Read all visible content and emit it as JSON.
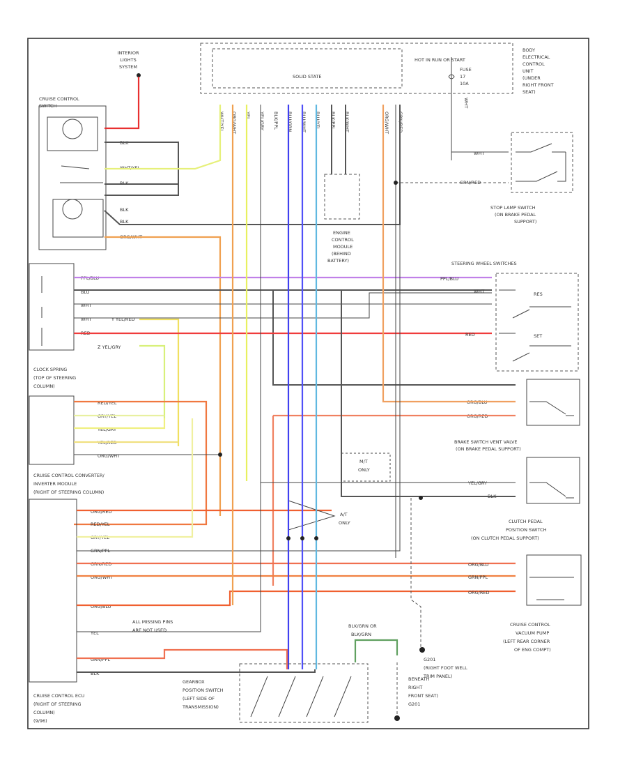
{
  "labels": {
    "interior_lights_switch": [
      "INTERIOR",
      "LIGHTS",
      "SYSTEM"
    ],
    "cruise_control_switch": [
      "CRUISE CONTROL",
      "SWITCH"
    ],
    "solid_state": "SOLID STATE",
    "hot_start": "HOT IN RUN OR START",
    "fuse": [
      "FUSE",
      "17",
      "10A"
    ],
    "body_ecu": [
      "BODY",
      "ELECTRICAL",
      "CONTROL",
      "UNIT",
      "(UNDER",
      "RIGHT FRONT",
      "SEAT)"
    ],
    "stop_lamp_switch": [
      "STOP LAMP SWITCH",
      "(ON BRAKE PEDAL",
      "SUPPORT)"
    ],
    "engine_control_module": [
      "ENGINE",
      "CONTROL",
      "MODULE",
      "(BEHIND",
      "BATTERY)"
    ],
    "steering_wheel_switches": "STEERING WHEEL SWITCHES",
    "res_label": "RES",
    "set_label": "SET",
    "clock_spring": [
      "CLOCK SPRING",
      "(TOP OF STEERING",
      "COLUMN)"
    ],
    "mt_only": [
      "M/T",
      "ONLY"
    ],
    "at_only": [
      "A/T",
      "ONLY"
    ],
    "brake_switch": [
      "BRAKE SWITCH VENT VALVE",
      "(ON BRAKE PEDAL SUPPORT)"
    ],
    "converter_module": [
      "CRUISE CONTROL CONVERTER/",
      "INVERTER MODULE",
      "(RIGHT OF STEERING COLUMN)"
    ],
    "clutch_switch": [
      "CLUTCH PEDAL",
      "POSITION SWITCH",
      "(ON CLUTCH PEDAL SUPPORT)"
    ],
    "vacuum_pump": [
      "CRUISE CONTROL",
      "VACUUM PUMP",
      "(LEFT REAR CORNER",
      "OF ENG COMPT)"
    ],
    "pins_unused": [
      "ALL MISSING PINS",
      "ARE NOT USED"
    ],
    "g201": [
      "G201",
      "(RIGHT FOOT WELL",
      "TRIM PANEL)"
    ],
    "gearbox_switch": [
      "GEARBOX",
      "POSITION SWITCH",
      "(LEFT SIDE OF",
      "TRANSMISSION)"
    ],
    "beneath_seat": [
      "BENEATH",
      "RIGHT",
      "FRONT SEAT)",
      "G201"
    ],
    "ecu": [
      "CRUISE CONTROL ECU",
      "(RIGHT OF STEERING",
      "COLUMN)",
      "(9/96)"
    ],
    "blk_wire": [
      "BLK/GRN OR",
      "BLK/GRN"
    ]
  },
  "wire_labels": {
    "sw": [
      "BLK",
      "WHT/YEL",
      "BLK",
      "BLK",
      "BLK",
      "ORG/WHT"
    ],
    "steer": [
      "PPL/BLU",
      "BLU",
      "WHT",
      "WHT",
      "Y YEL/RED",
      "RED",
      "Z YEL/GRY"
    ],
    "steer_right": [
      "PPL/BLU",
      "WHT",
      "RED"
    ],
    "clock": [
      "RED/YEL",
      "GRY/YEL",
      "YEL/GRY",
      "YEL/RED",
      "ORG/WHT"
    ],
    "conv": [
      "ORG/RED",
      "RED/YEL",
      "GRY/YEL",
      "GRN/PPL",
      "GRN/RED",
      "ORG/WHT",
      "ORG/BLU",
      "YEL",
      "GRN/PPL",
      "BLK"
    ],
    "right": [
      "ORG/BLU",
      "ORG/RED",
      "YEL/GRY",
      "BLK",
      "ORG/BLU",
      "GRN/PPL",
      "ORG/RED"
    ],
    "top": [
      "WHT/YEL",
      "ORG/WHT",
      "YEL",
      "YEL/GRY",
      "BLK/PPL",
      "BLU/GRN",
      "BLU/WHT",
      "BLU/YEL",
      "BLK/PPL",
      "BLK/WHT",
      "ORG/WHT",
      "GRN/RED"
    ],
    "stop_lamp": [
      "WHT",
      "GRN/RED"
    ],
    "fuse_wire": "WHT"
  }
}
